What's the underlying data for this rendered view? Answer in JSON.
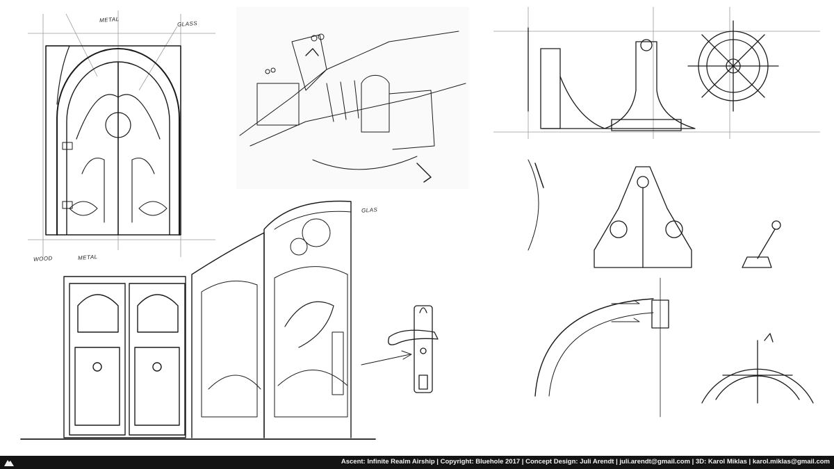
{
  "labels": {
    "metal_top": "METAL",
    "glass_top": "GLASS",
    "wood": "WOOD",
    "metal_bottom": "METAL",
    "glass_gate": "GLAS"
  },
  "footer": {
    "credits": "Ascent: Infinite Realm Airship | Copyright: Bluehole 2017 | Concept Design: Juli Arendt | juli.arendt@gmail.com | 3D: Karol Miklas | karol.miklas@gmail.com",
    "logo_icon": "mountain-logo-icon"
  }
}
